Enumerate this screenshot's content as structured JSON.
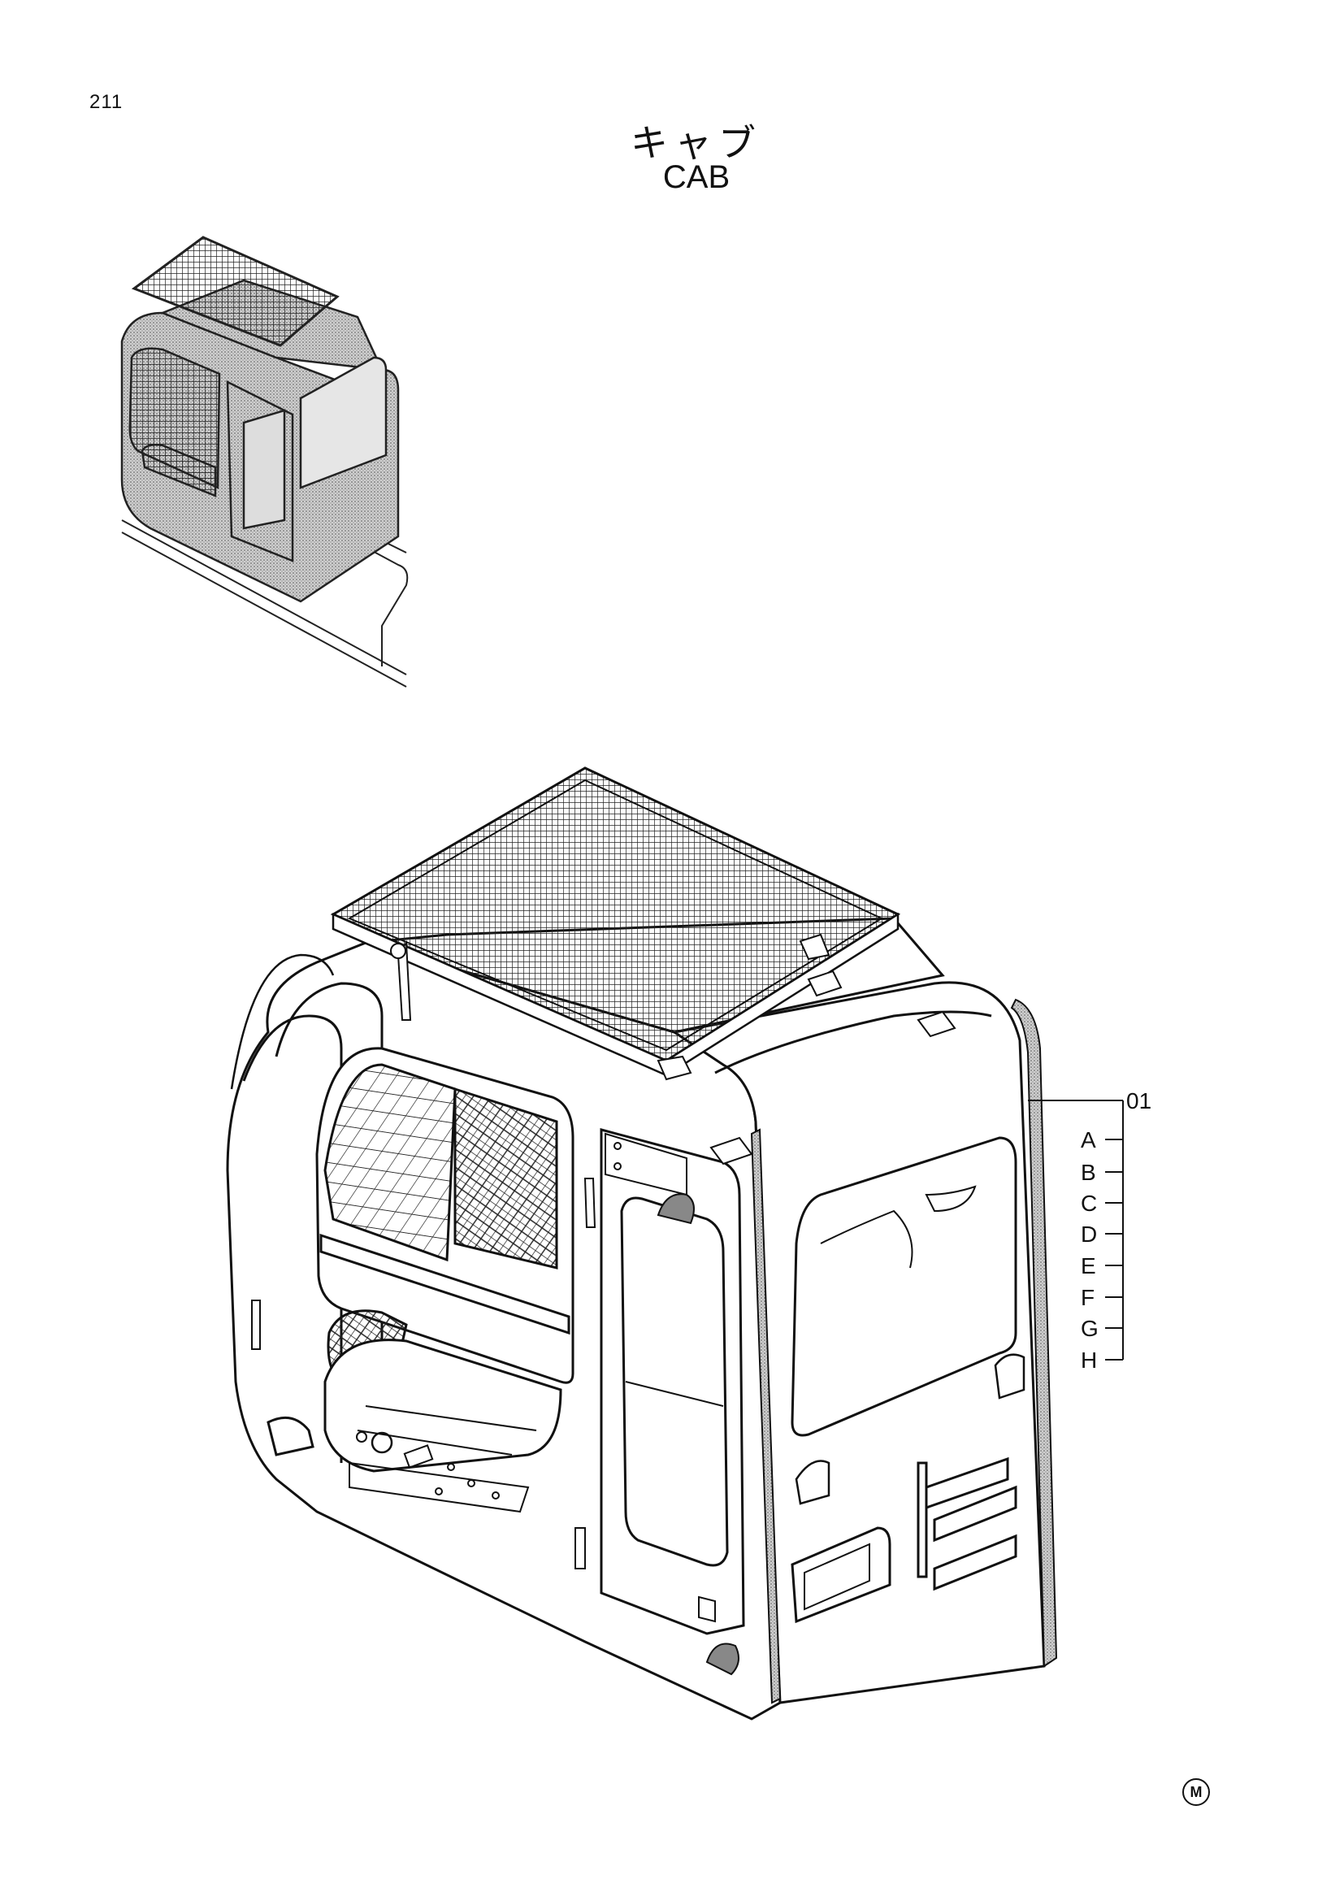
{
  "page": {
    "number": "211"
  },
  "title": {
    "japanese": "キャブ",
    "english": "CAB"
  },
  "callouts": {
    "main": "01",
    "letters": [
      "A",
      "B",
      "C",
      "D",
      "E",
      "F",
      "G",
      "H"
    ]
  },
  "marks": {
    "corner": "M"
  },
  "illustrations": {
    "overview": "cab-location-overview",
    "main": "cab-assembly-exploded-view"
  }
}
